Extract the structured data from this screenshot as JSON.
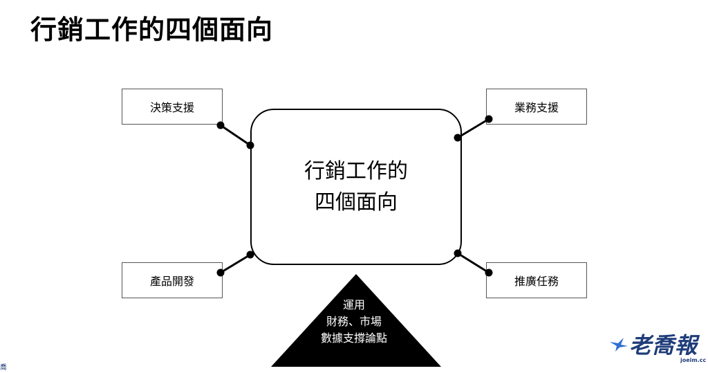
{
  "title": "行銷工作的四個面向",
  "center": {
    "line1": "行銷工作的",
    "line2": "四個面向"
  },
  "boxes": {
    "top_left": "決策支援",
    "top_right": "業務支援",
    "bottom_left": "產品開發",
    "bottom_right": "推廣任務"
  },
  "triangle": {
    "line1": "運用",
    "line2": "財務、市場",
    "line3": "數據支撐論點"
  },
  "logo": {
    "text": "老喬報",
    "url": "joeim.cc",
    "corner": "喬"
  },
  "colors": {
    "line": "#000000",
    "logo": "#1f3d7a",
    "bird": "#2f6fd0"
  }
}
